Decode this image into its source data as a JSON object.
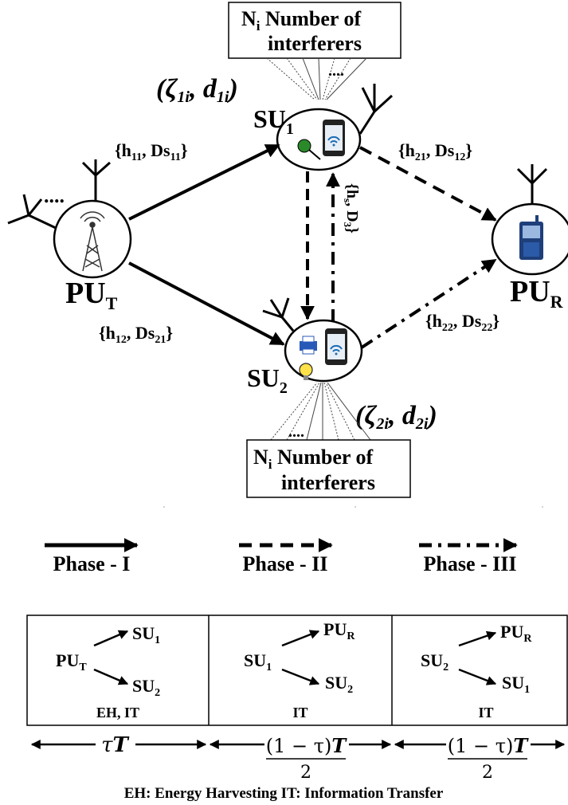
{
  "interferers_top": {
    "main": "N",
    "sub": "i",
    "line1_rest": " Number of",
    "line2": "interferers"
  },
  "interferers_bottom": {
    "main": "N",
    "sub": "i",
    "line1_rest": " Number of",
    "line2": "interferers"
  },
  "zeta1": {
    "open": "(",
    "zeta": "ζ",
    "zsub": "1i",
    "sep": ", ",
    "d": "d",
    "dsub": "1i",
    "close": ")"
  },
  "zeta2": {
    "open": "(",
    "zeta": "ζ",
    "zsub": "2i",
    "sep": ", ",
    "d": "d",
    "dsub": "2i",
    "close": ")"
  },
  "nodes": {
    "su1": {
      "main": "SU",
      "sub": "1"
    },
    "su2": {
      "main": "SU",
      "sub": "2"
    },
    "put": {
      "main": "PU",
      "sub": "T"
    },
    "pur": {
      "main": "PU",
      "sub": "R"
    }
  },
  "links": {
    "h11": {
      "open": "{h",
      "hsub": "11",
      "mid": ", Ds",
      "dsub": "11",
      "close": "}"
    },
    "h12": {
      "open": "{h",
      "hsub": "12",
      "mid": ", Ds",
      "dsub": "21",
      "close": "}"
    },
    "h21": {
      "open": "{h",
      "hsub": "21",
      "mid": ", Ds",
      "dsub": "12",
      "close": "}"
    },
    "h22": {
      "open": "{h",
      "hsub": "22",
      "mid": ", Ds",
      "dsub": "22",
      "close": "}"
    },
    "hs": {
      "open": "{h",
      "hsub": "s",
      "mid": ", D",
      "dsub": "3",
      "close": "}"
    }
  },
  "phases": [
    "Phase - I",
    "Phase - II",
    "Phase - III"
  ],
  "table": [
    {
      "src": "PU",
      "src_sub": "T",
      "dst1": "SU",
      "dst1_sub": "1",
      "dst2": "SU",
      "dst2_sub": "2",
      "label": "EH, IT"
    },
    {
      "src": "SU",
      "src_sub": "1",
      "dst1": "PU",
      "dst1_sub": "R",
      "dst2": "SU",
      "dst2_sub": "2",
      "label": "IT"
    },
    {
      "src": "SU",
      "src_sub": "2",
      "dst1": "PU",
      "dst1_sub": "R",
      "dst2": "SU",
      "dst2_sub": "1",
      "label": "IT"
    }
  ],
  "durations": {
    "first": {
      "tau": "τ",
      "T": "T"
    },
    "second": {
      "num": "(1 − τ)",
      "T": "T",
      "den": "2"
    },
    "third": {
      "num": "(1 − τ)",
      "T": "T",
      "den": "2"
    }
  },
  "footer": "EH: Energy Harvesting  IT: Information Transfer"
}
